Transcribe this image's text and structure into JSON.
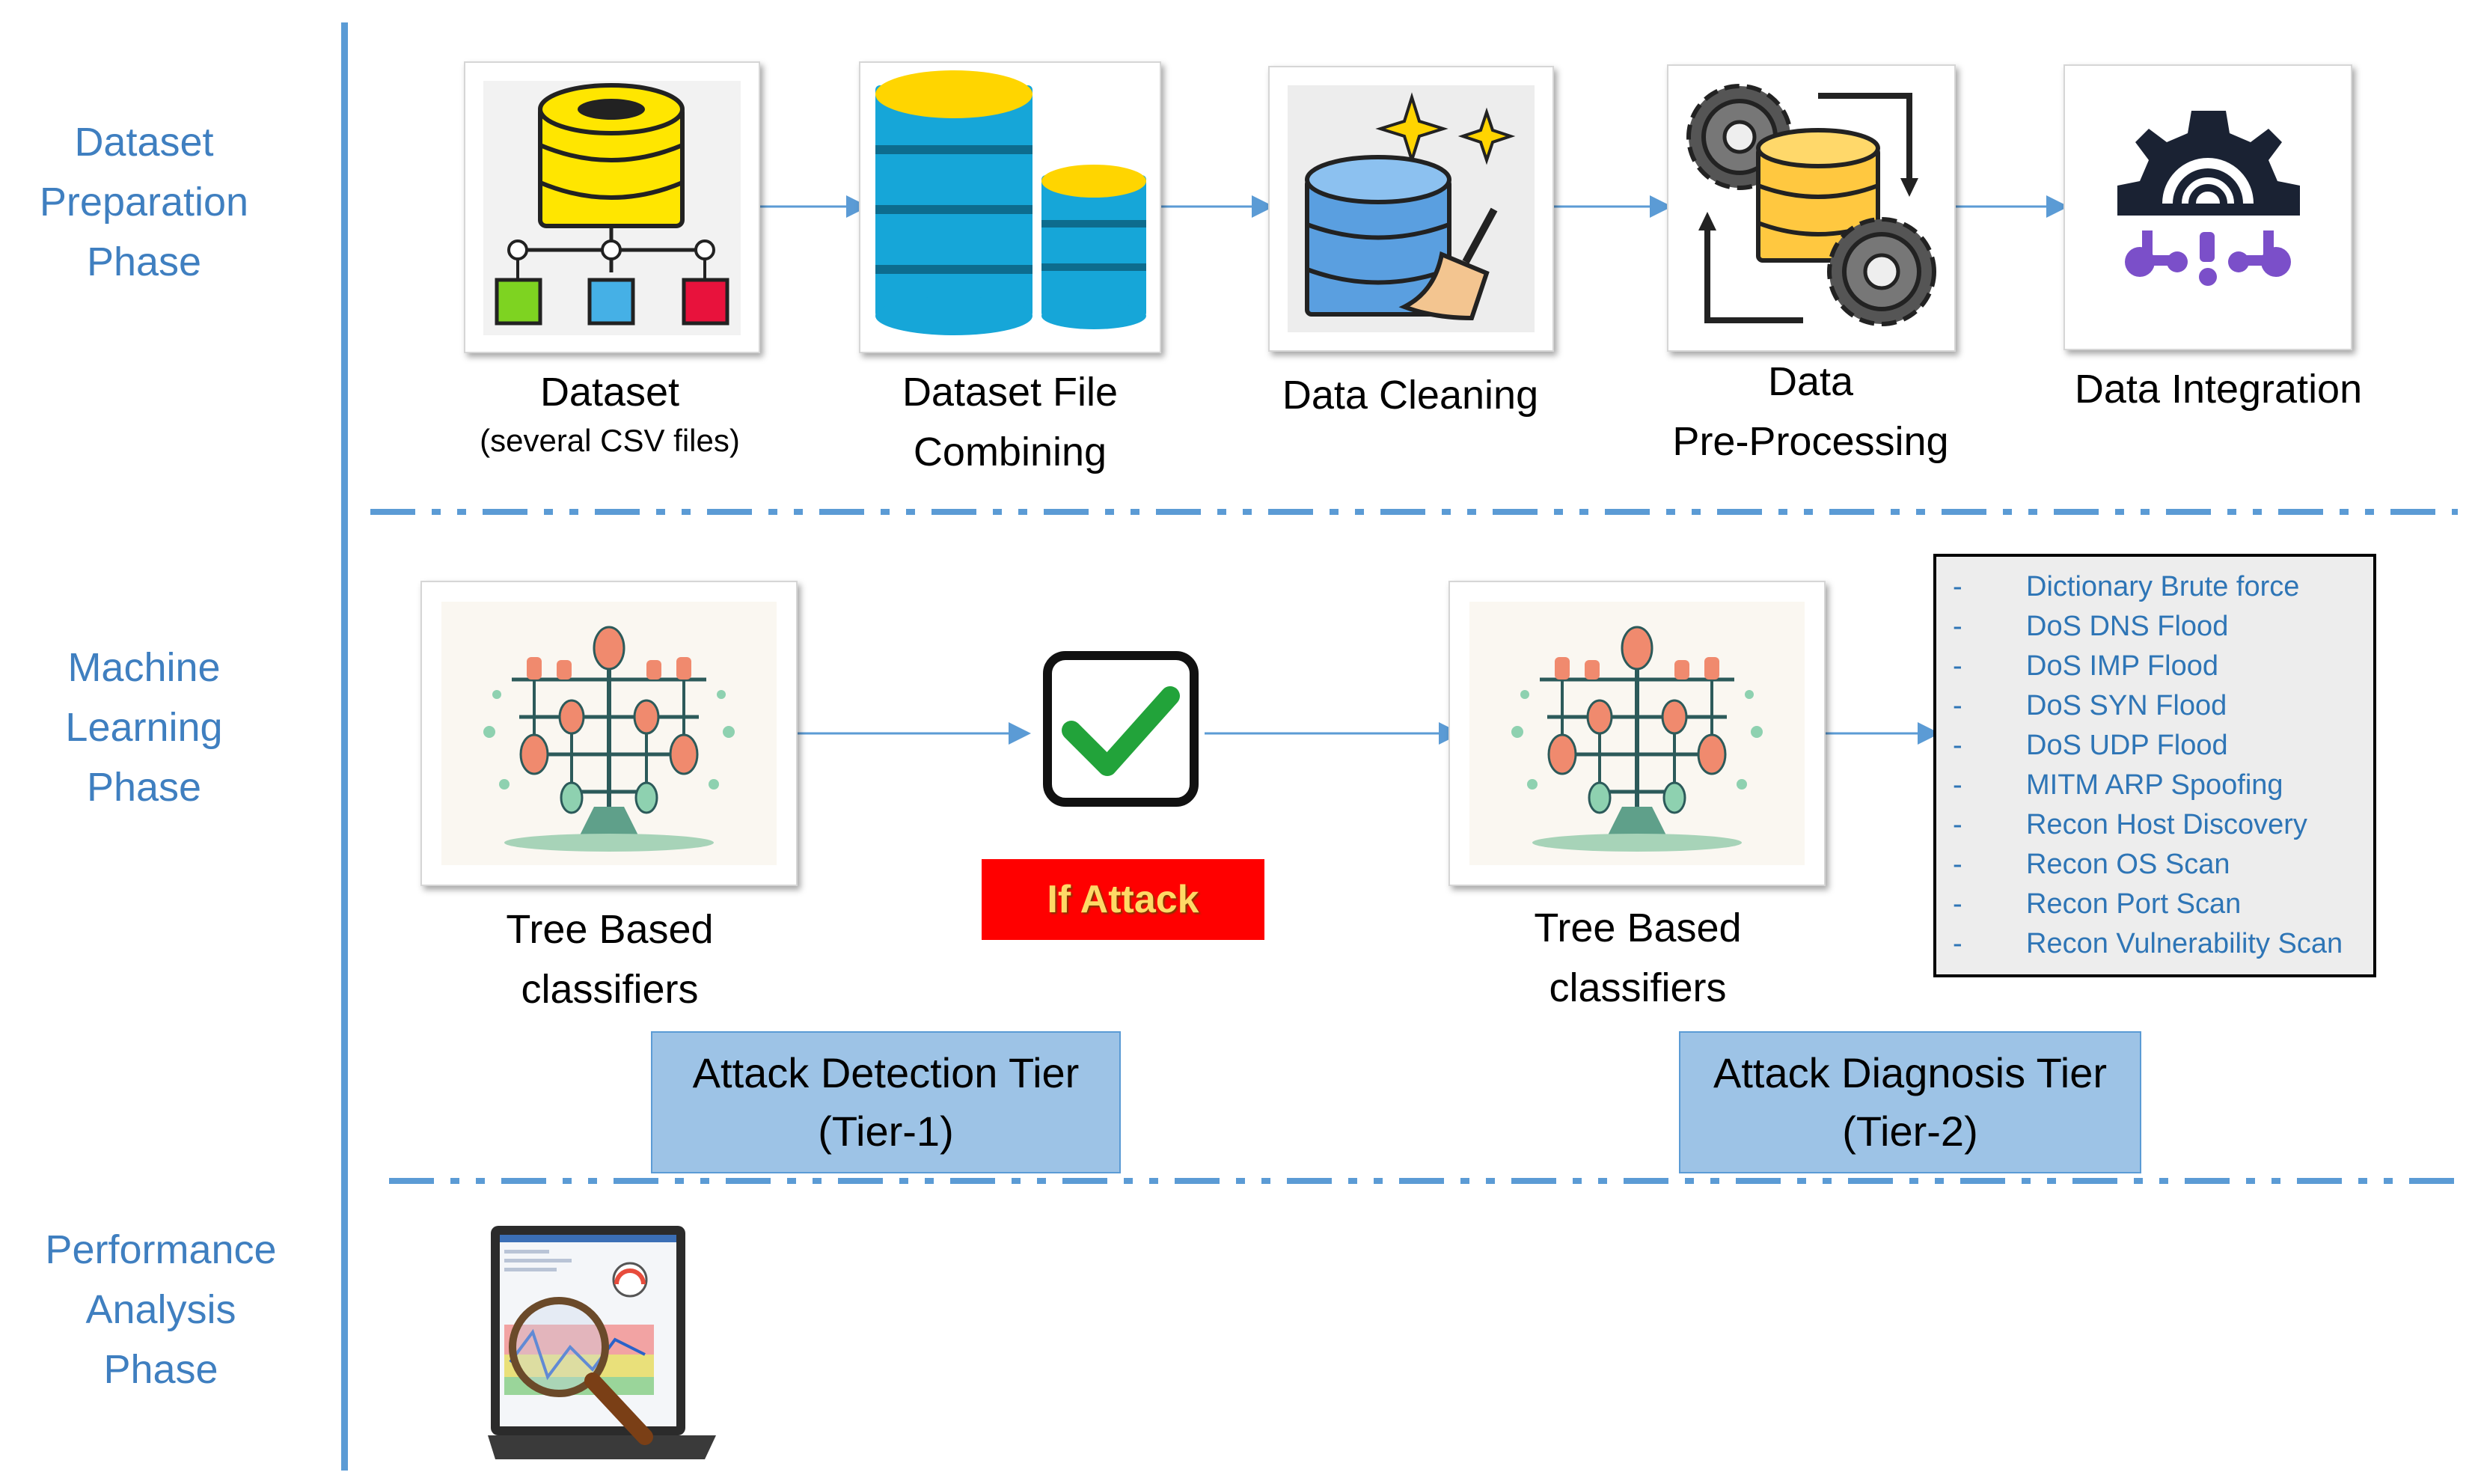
{
  "phases": [
    {
      "label": "Dataset\nPreparation\nPhase"
    },
    {
      "label": "Machine\nLearning\nPhase"
    },
    {
      "label": "Performance\nAnalysis\nPhase"
    }
  ],
  "pipeline": [
    {
      "title": "Dataset",
      "subtitle": "(several CSV files)",
      "icon": "database-network-icon"
    },
    {
      "title": "Dataset File\nCombining",
      "icon": "stacked-databases-icon"
    },
    {
      "title": "Data Cleaning",
      "icon": "database-broom-icon"
    },
    {
      "title": "Data\nPre-Processing",
      "icon": "gears-database-icon"
    },
    {
      "title": "Data Integration",
      "icon": "gear-circuit-icon"
    }
  ],
  "ml": {
    "classifier_left": "Tree Based\nclassifiers",
    "classifier_right": "Tree Based\nclassifiers",
    "if_attack": "If Attack",
    "tier1": {
      "line1": "Attack Detection Tier",
      "line2": "(Tier-1)"
    },
    "tier2": {
      "line1": "Attack Diagnosis Tier",
      "line2": "(Tier-2)"
    },
    "attack_classes": [
      "Dictionary Brute force",
      "DoS DNS Flood",
      "DoS IMP Flood",
      "DoS SYN Flood",
      "DoS UDP Flood",
      "MITM ARP Spoofing",
      "Recon Host Discovery",
      "Recon OS Scan",
      "Recon Port Scan",
      "Recon Vulnerability Scan"
    ],
    "list_bullet": "-"
  },
  "colors": {
    "accent": "#5b9bd5",
    "phase_text": "#3f7fc0",
    "alert_red": "#ff0000",
    "check_green": "#22a33a"
  }
}
